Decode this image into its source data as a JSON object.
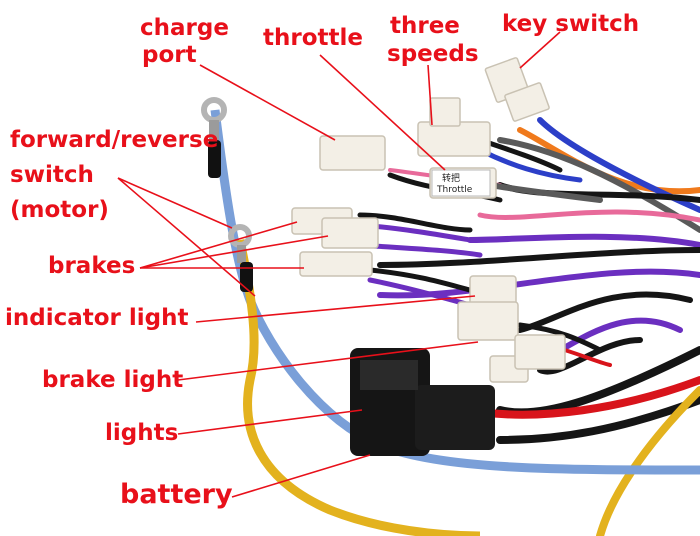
{
  "labels": {
    "charge_port_line1": "charge",
    "charge_port_line2": "port",
    "throttle": "throttle",
    "three_speeds_line1": "three",
    "three_speeds_line2": "speeds",
    "key_switch": "key switch",
    "forward_reverse_line1": "forward/reverse",
    "forward_reverse_line2": "switch",
    "forward_reverse_line3": "(motor)",
    "brakes": "brakes",
    "indicator_light": "indicator light",
    "brake_light": "brake light",
    "lights": "lights",
    "battery": "battery"
  },
  "connector_tags": {
    "throttle_tag_cn": "转把",
    "throttle_tag_en": "Throttle"
  },
  "colors": {
    "label_red": "#e8101a",
    "connector_white": "#f3efe6",
    "wire_blue": "#7a9fd8",
    "wire_yellow": "#e3b21e",
    "wire_red": "#d8141b",
    "wire_black": "#151515",
    "wire_purple": "#6b2fc0",
    "wire_orange": "#f07a1c"
  }
}
